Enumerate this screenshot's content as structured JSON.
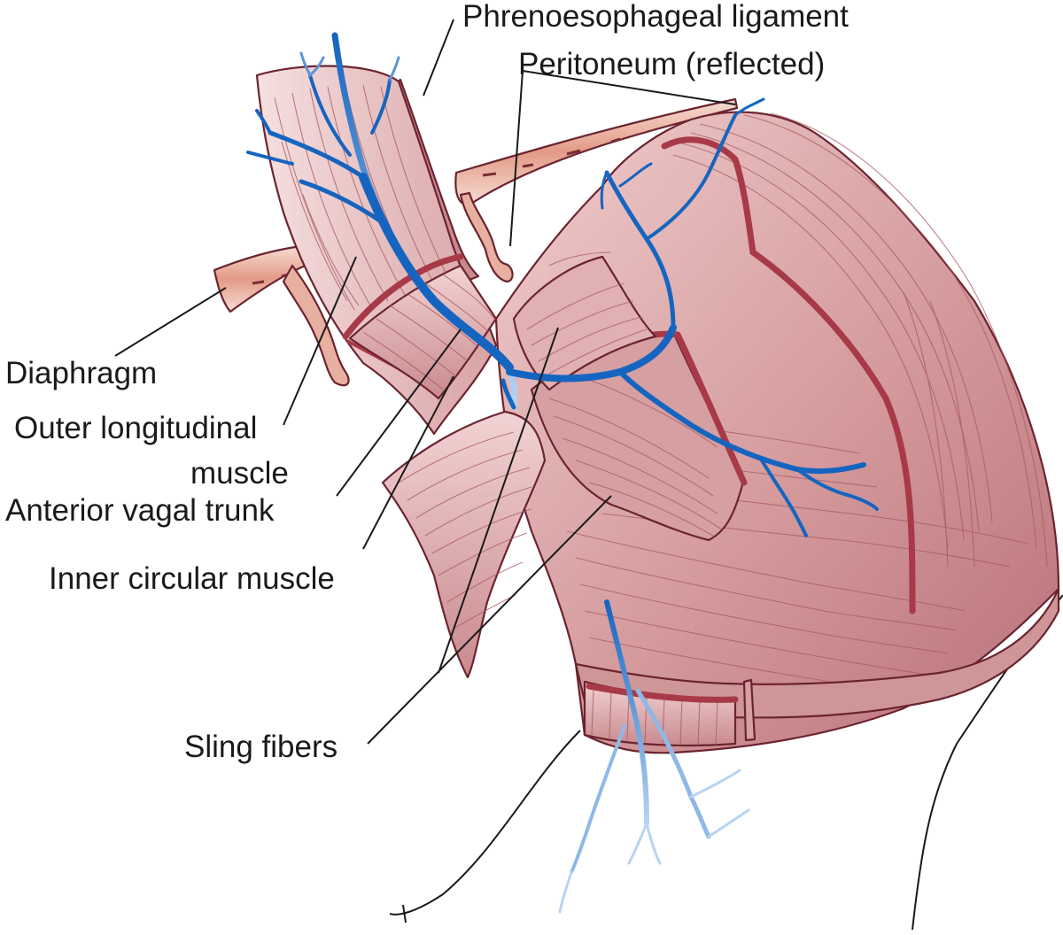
{
  "labels": {
    "phrenoesophageal_ligament": "Phrenoesophageal ligament",
    "peritoneum_reflected": "Peritoneum (reflected)",
    "diaphragm": "Diaphragm",
    "outer_longitudinal_line1": "Outer longitudinal",
    "outer_longitudinal_line2": "muscle",
    "anterior_vagal_trunk": "Anterior vagal trunk",
    "inner_circular_muscle": "Inner circular muscle",
    "sling_fibers": "Sling fibers"
  },
  "colors": {
    "muscle_light": "#e9c2c2",
    "muscle_mid": "#d49a9c",
    "muscle_dark": "#b8707a",
    "band": "#a83a48",
    "diaphragm_core": "#e6a189",
    "diaphragm_edge": "#f3d4c8",
    "nerve_blue": "#1565c0",
    "nerve_light": "#8fb8e8",
    "text": "#1a1a1a"
  },
  "icons": [
    "vagus-nerve-illustration",
    "stomach-illustration",
    "diaphragm-illustration"
  ]
}
